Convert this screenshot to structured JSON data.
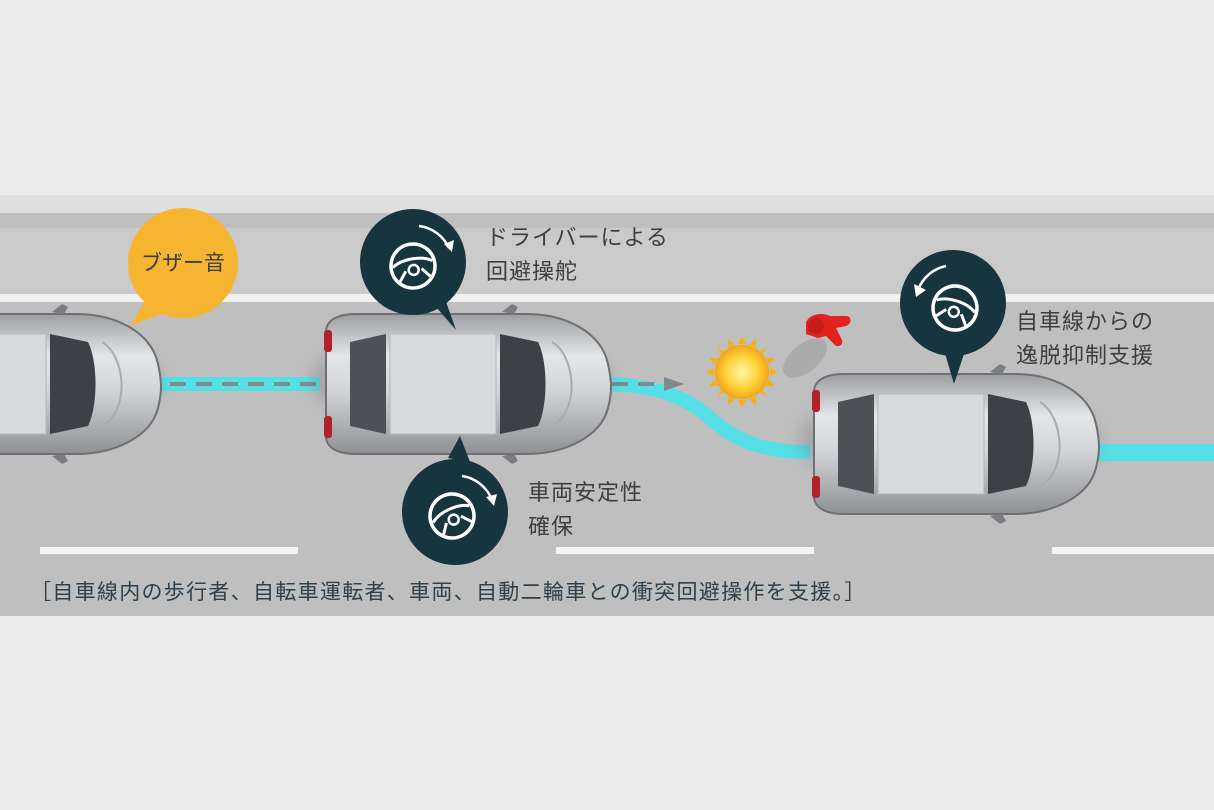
{
  "labels": {
    "buzzer": "ブザー音",
    "driver_steer_line1": "ドライバーによる",
    "driver_steer_line2": "回避操舵",
    "stability_line1": "車両安定性",
    "stability_line2": "確保",
    "lane_departure_line1": "自車線からの",
    "lane_departure_line2": "逸脱抑制支援"
  },
  "caption": "［自車線内の歩行者、自転車運転者、車両、自動二輪車との衝突回避操作を支援。］",
  "colors": {
    "road": "#bfbfbf",
    "shoulder": "#cfcfcf",
    "path": "#55dfe6",
    "bubble_dark": "#16353f",
    "bubble_orange": "#f6b530",
    "pedestrian": "#e0231e"
  },
  "icons": [
    "steering-wheel-icon",
    "rotate-arrow-icon",
    "warning-sun-icon",
    "pedestrian-icon"
  ]
}
